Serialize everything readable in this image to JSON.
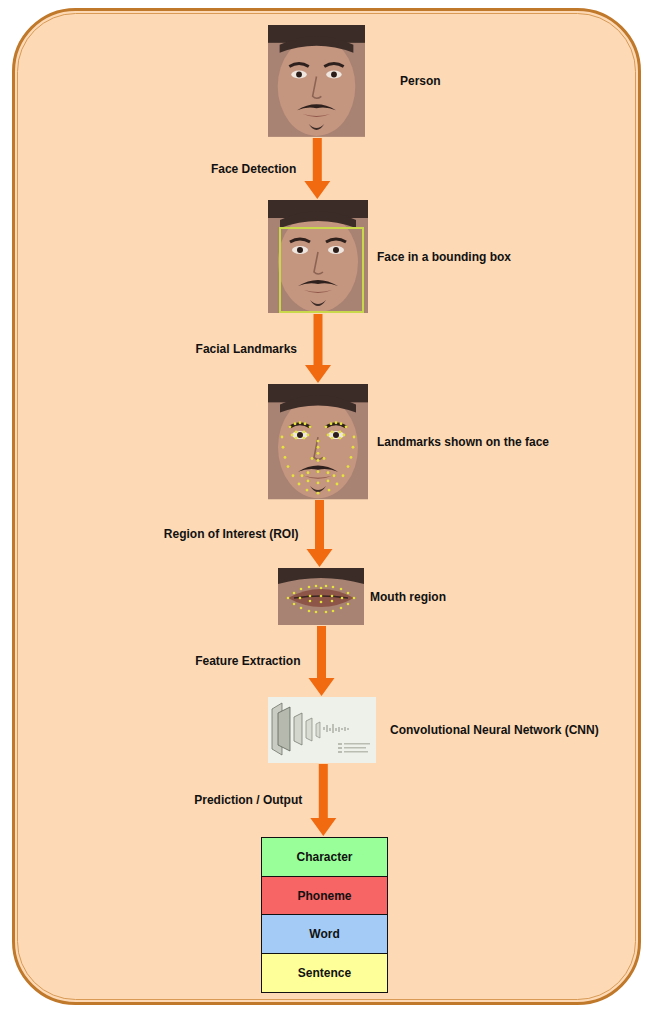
{
  "diagram": {
    "nodes": [
      {
        "text": [
          "Person"
        ]
      },
      {
        "text": [
          "Face in a bounding box"
        ]
      },
      {
        "text": [
          "Landmarks shown on the face"
        ]
      },
      {
        "text": [
          "Mouth region"
        ]
      },
      {
        "text": [
          "Convolutional Neural Network (CNN)"
        ]
      },
      {
        "text": [
          "Character"
        ]
      },
      {
        "text": [
          "Phoneme"
        ]
      },
      {
        "text": [
          "Word"
        ]
      },
      {
        "text": [
          "Sentence"
        ]
      }
    ],
    "edges": [
      {
        "from": 0,
        "to": 1,
        "label": "Face Detection",
        "arrow": "to"
      },
      {
        "from": 1,
        "to": 2,
        "label": "Facial Landmarks",
        "arrow": "to"
      },
      {
        "from": 2,
        "to": 3,
        "label": "Region of Interest (ROI)",
        "arrow": "to"
      },
      {
        "from": 3,
        "to": 4,
        "label": "Feature Extraction",
        "arrow": "to"
      },
      {
        "from": 4,
        "to": 5,
        "label": "Prediction / Output",
        "arrow": "to"
      }
    ]
  }
}
